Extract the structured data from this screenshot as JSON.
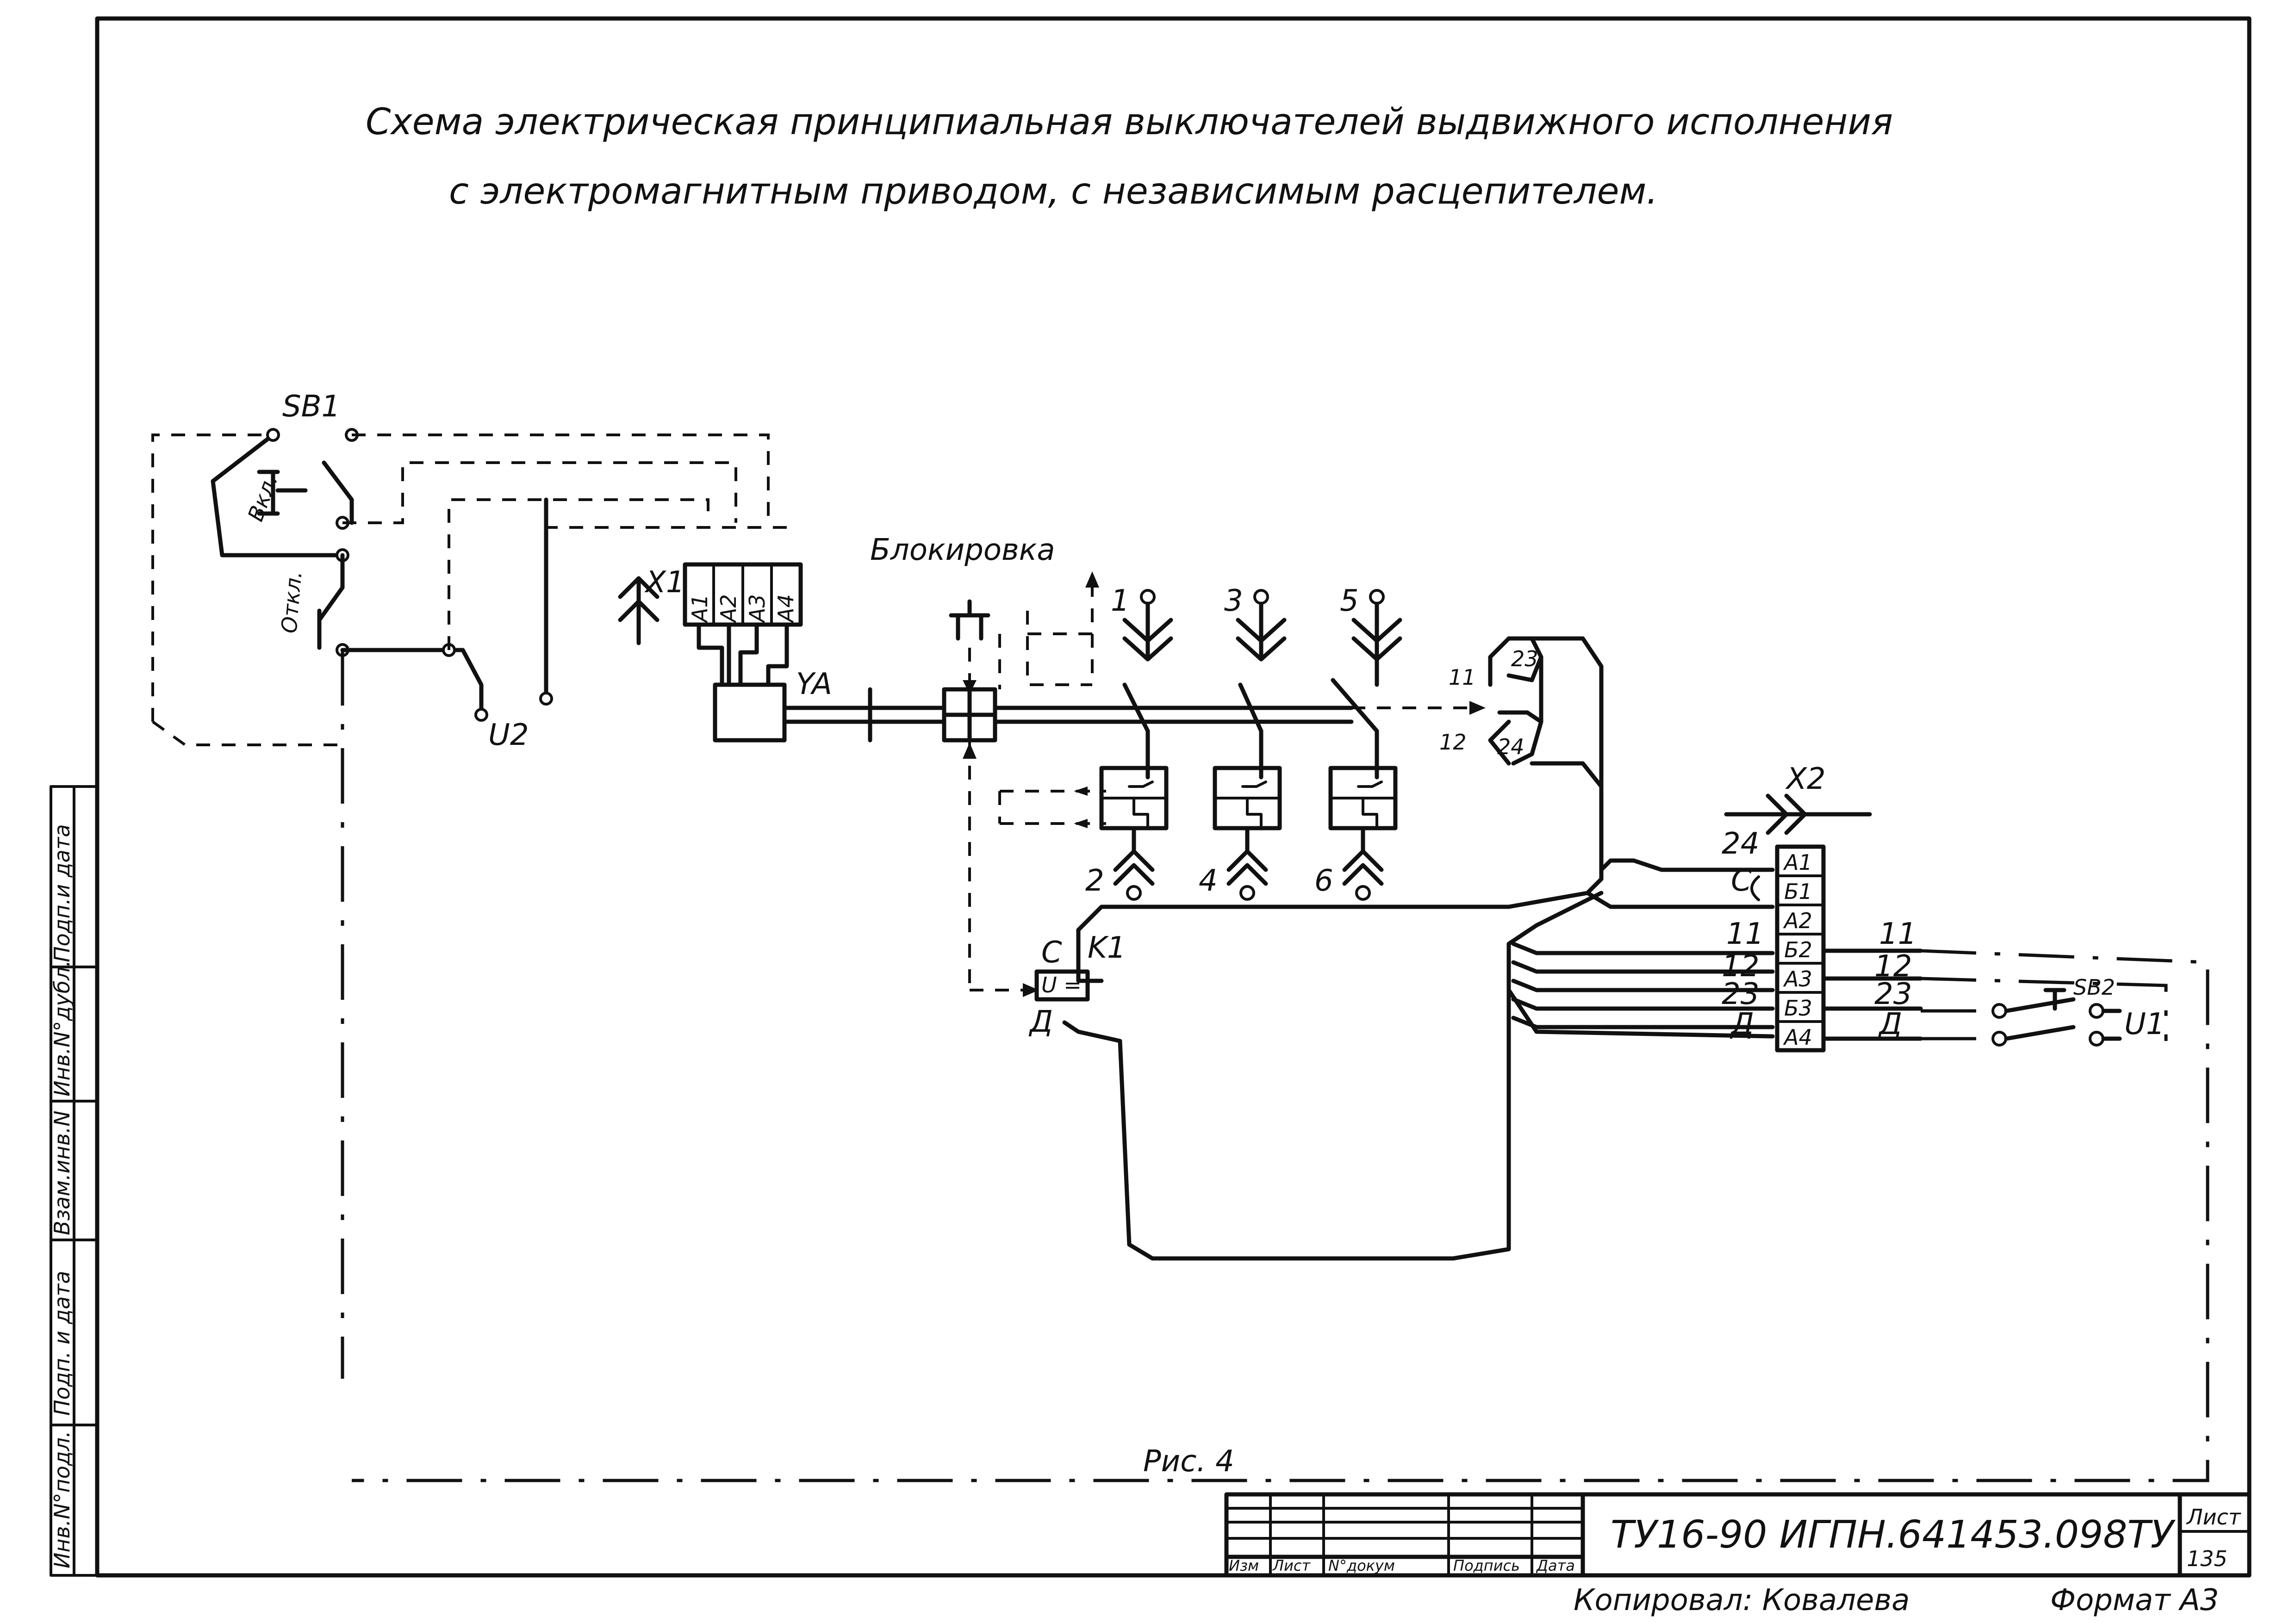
{
  "title": {
    "line1": "Схема электрическая принципиальная выключателей выдвижного исполнения",
    "line2": "с электромагнитным приводом, с независимым расцепителем."
  },
  "labels": {
    "sb1": "SB1",
    "vkl": "Вкл.",
    "otkl": "Откл.",
    "x1": "X1",
    "x1_pins": [
      "A1",
      "A2",
      "A3",
      "A4"
    ],
    "ya": "YA",
    "u2": "U2",
    "blokirovka": "Блокировка",
    "contacts_top": [
      "1",
      "3",
      "5"
    ],
    "contacts_bottom": [
      "2",
      "4",
      "6"
    ],
    "aux_11": "11",
    "aux_12": "12",
    "aux_23": "23",
    "aux_24": "24",
    "x2": "X2",
    "x2_pins": [
      "A1",
      "Б1",
      "A2",
      "Б2",
      "A3",
      "Б3",
      "A4"
    ],
    "wire_24": "24",
    "wire_c": "C",
    "wire_11": "11",
    "wire_12": "12",
    "wire_23": "23",
    "wire_d": "Д",
    "out_11": "11",
    "out_12": "12",
    "out_23": "23",
    "out_d": "Д",
    "k1": "K1",
    "k1_c": "C",
    "k1_d": "Д",
    "k1_coil": "U =",
    "sb2": "SB2",
    "u1": "U1",
    "figure": "Рис. 4"
  },
  "title_block": {
    "doc_number": "ТУ16-90 ИГПН.641453.098ТУ",
    "col_headers": [
      "Изм",
      "Лист",
      "N°докум",
      "Подпись",
      "Дата"
    ],
    "sheet_label": "Лист",
    "sheet_number": "135",
    "copied": "Копировал: Ковалева",
    "format": "Формат А3"
  },
  "side_stamp": [
    "Инв.N°подл.",
    "Подп. и дата",
    "Взам.инв.N",
    "Инв.N°дубл.",
    "Подп.и дата"
  ]
}
